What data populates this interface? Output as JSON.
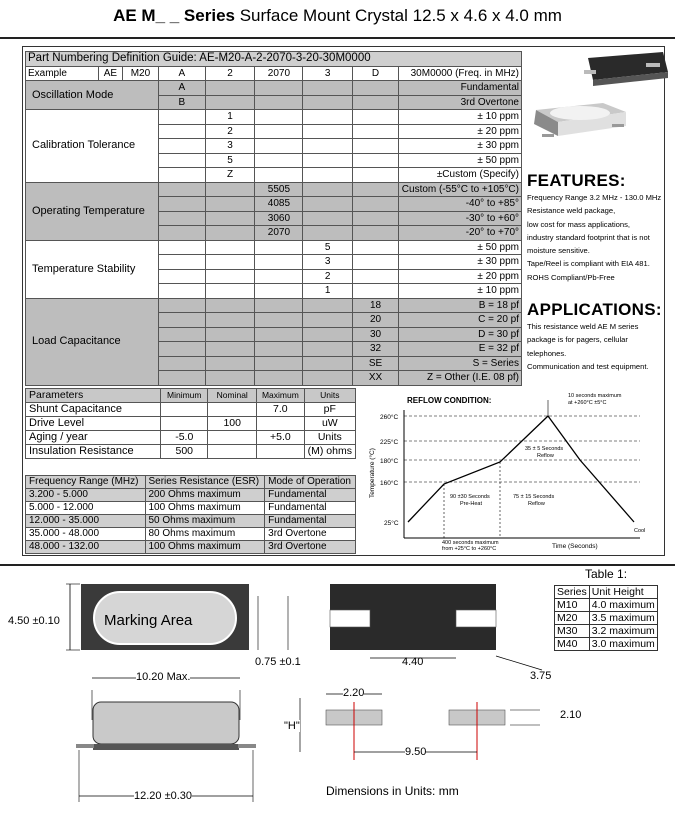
{
  "title": {
    "bold": "AE M_ _ Series",
    "rest": "Surface Mount Crystal  12.5 x 4.6 x 4.0 mm"
  },
  "pn": {
    "guide": "Part Numbering Definition Guide:  AE-M20-A-2-2070-3-20-30M0000",
    "example": [
      "Example",
      "AE",
      "M20",
      "A",
      "2",
      "2070",
      "3",
      "D",
      "30M0000 (Freq. in MHz)"
    ],
    "osc_label": "Oscillation Mode",
    "osc": [
      {
        "code": "A",
        "desc": "Fundamental"
      },
      {
        "code": "B",
        "desc": "3rd Overtone"
      }
    ],
    "cal_label": "Calibration Tolerance",
    "cal": [
      {
        "code": "1",
        "desc": "± 10 ppm"
      },
      {
        "code": "2",
        "desc": "± 20 ppm"
      },
      {
        "code": "3",
        "desc": "± 30 ppm"
      },
      {
        "code": "5",
        "desc": "± 50 ppm"
      },
      {
        "code": "Z",
        "desc": "±Custom (Specify)"
      }
    ],
    "temp_label": "Operating Temperature",
    "temp": [
      {
        "code": "5505",
        "desc": "Custom (-55°C to +105°C)"
      },
      {
        "code": "4085",
        "desc": "-40° to +85°"
      },
      {
        "code": "3060",
        "desc": "-30° to +60°"
      },
      {
        "code": "2070",
        "desc": "-20° to +70°"
      }
    ],
    "stab_label": "Temperature Stability",
    "stab": [
      {
        "code": "5",
        "desc": "± 50 ppm"
      },
      {
        "code": "3",
        "desc": "± 30 ppm"
      },
      {
        "code": "2",
        "desc": "± 20 ppm"
      },
      {
        "code": "1",
        "desc": "± 10 ppm"
      }
    ],
    "load_label": "Load Capacitance",
    "load": [
      {
        "code": "18",
        "desc": "B = 18 pf"
      },
      {
        "code": "20",
        "desc": "C = 20 pf"
      },
      {
        "code": "30",
        "desc": "D = 30 pf"
      },
      {
        "code": "32",
        "desc": "E = 32 pf"
      },
      {
        "code": "SE",
        "desc": "S = Series"
      },
      {
        "code": "XX",
        "desc": "Z = Other (I.E. 08 pf)"
      }
    ]
  },
  "params": {
    "headers": [
      "Parameters",
      "Minimum",
      "Nominal",
      "Maximum",
      "Units"
    ],
    "rows": [
      [
        "Shunt Capacitance",
        "",
        "",
        "7.0",
        "pF"
      ],
      [
        "Drive Level",
        "",
        "100",
        "",
        "uW"
      ],
      [
        "Aging / year",
        "-5.0",
        "",
        "+5.0",
        "Units"
      ],
      [
        "Insulation Resistance",
        "500",
        "",
        "",
        "(M) ohms"
      ]
    ]
  },
  "freq": {
    "headers": [
      "Frequency Range (MHz)",
      "Series Resistance (ESR)",
      "Mode of Operation"
    ],
    "rows": [
      [
        "3.200 - 5.000",
        "200 Ohms maximum",
        "Fundamental"
      ],
      [
        "5.000 - 12.000",
        "100 Ohms maximum",
        "Fundamental"
      ],
      [
        "12.000 - 35.000",
        "50 Ohms maximum",
        "Fundamental"
      ],
      [
        "35.000 - 48.000",
        "80 Ohms maximum",
        "3rd Overtone"
      ],
      [
        "48.000 - 132.00",
        "100 Ohms maximum",
        "3rd Overtone"
      ]
    ]
  },
  "features": {
    "heading": "FEATURES:",
    "lines": [
      "Frequency Range 3.2 MHz - 130.0 MHz",
      "Resistance weld package,",
      "low cost for mass applications,",
      "industry standard footprint that is not",
      "moisture sensitive.",
      "Tape/Reel is compliant with EIA 481.",
      "ROHS Compliant/Pb-Free"
    ]
  },
  "applications": {
    "heading": "APPLICATIONS:",
    "lines": [
      "This resistance weld AE M series",
      "package is for pagers, cellular",
      "telephones.",
      "Communication and test equipment."
    ]
  },
  "reflow": {
    "title": "REFLOW CONDITION:",
    "ylabel": "Temperature (°C)",
    "xlabel": "Time (Seconds)",
    "yticks": [
      "260°C",
      "225°C",
      "180°C",
      "160°C",
      "25°C"
    ],
    "ann_max": [
      "10 seconds maximum",
      "at +260°C ±5°C"
    ],
    "ann_reflow1": [
      "35 ± 5 Seconds",
      "Reflow"
    ],
    "ann_preheat": [
      "90 ±30 Seconds",
      "Pre-Heat"
    ],
    "ann_reflow2": [
      "75 ± 15 Seconds",
      "Reflow"
    ],
    "ann_cool": "Cool",
    "ann_total": [
      "400 seconds maximum",
      "from +25°C to +260°C"
    ]
  },
  "marking": "Marking Area",
  "dims": {
    "height": "4.50 ±0.10",
    "lead": "0.75 ±0.1",
    "pad_gap": "4.40",
    "pad_w": "3.75",
    "len_max": "10.20 Max.",
    "h": "\"H\"",
    "len_total": "12.20 ±0.30",
    "pad_len": "2.20",
    "pad_h": "2.10",
    "pitch": "9.50",
    "units": "Dimensions in Units: mm"
  },
  "table1": {
    "title": "Table 1:",
    "headers": [
      "Series",
      "Unit Height"
    ],
    "rows": [
      [
        "M10",
        "4.0 maximum"
      ],
      [
        "M20",
        "3.5 maximum"
      ],
      [
        "M30",
        "3.2 maximum"
      ],
      [
        "M40",
        "3.0 maximum"
      ]
    ]
  }
}
